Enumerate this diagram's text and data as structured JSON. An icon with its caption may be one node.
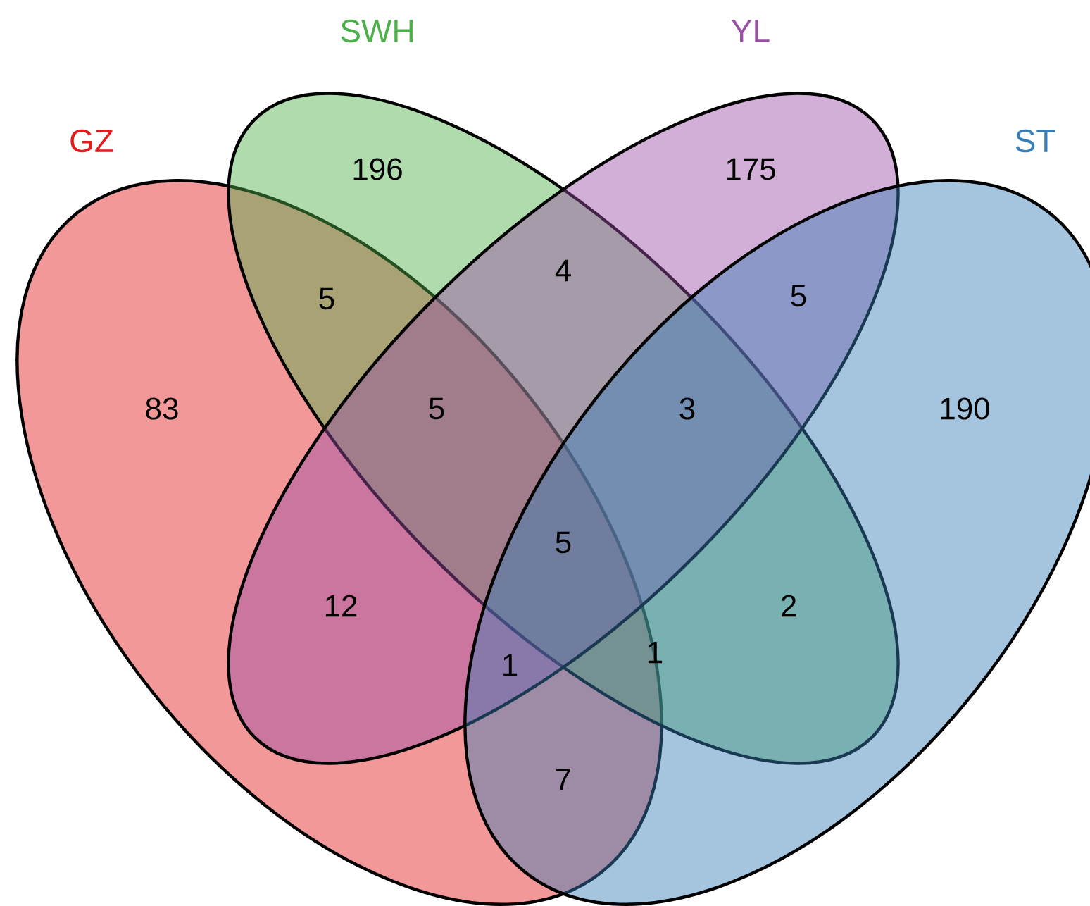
{
  "diagram": {
    "nodes": [
      {
        "text": [
          "GZ"
        ]
      },
      {
        "text": [
          "SWH"
        ]
      },
      {
        "text": [
          "YL"
        ]
      },
      {
        "text": [
          "ST"
        ]
      }
    ],
    "labels": [
      "196",
      "175",
      "4",
      "5",
      "5",
      "83",
      "5",
      "3",
      "190",
      "5",
      "12",
      "2",
      "1",
      "1",
      "7"
    ]
  }
}
